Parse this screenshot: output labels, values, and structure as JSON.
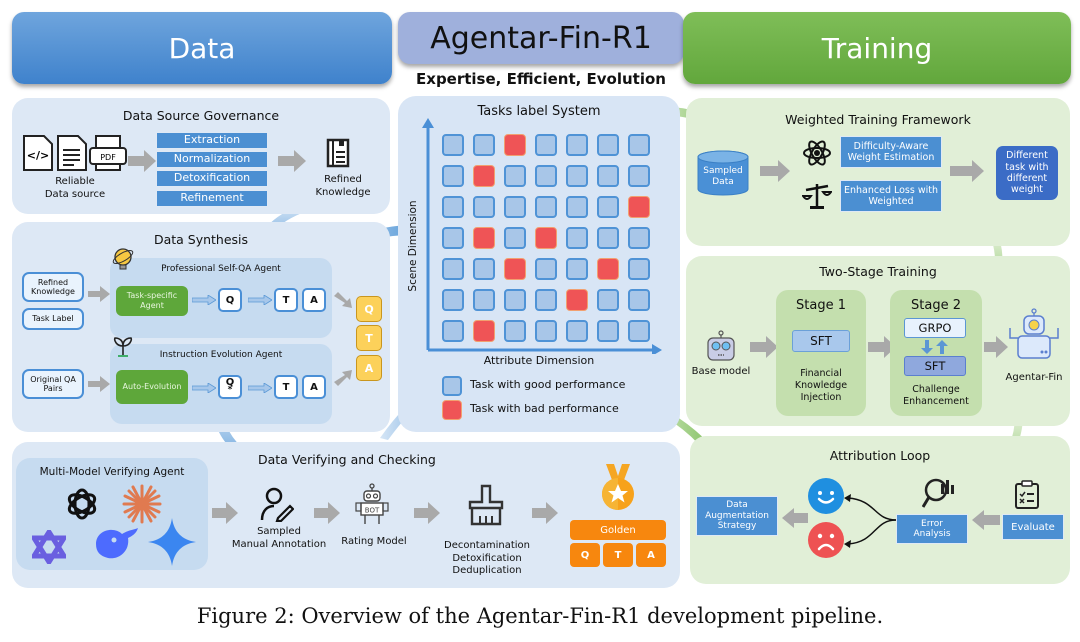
{
  "headers": {
    "data": "Data",
    "center": "Agentar-Fin-R1",
    "training": "Training",
    "subtitle": "Expertise, Efficient, Evolution"
  },
  "data_source_governance": {
    "title": "Data Source Governance",
    "source_label": [
      "Reliable",
      "Data source"
    ],
    "steps": [
      "Extraction",
      "Normalization",
      "Detoxification",
      "Refinement"
    ],
    "output_label": [
      "Refined",
      "Knowledge"
    ],
    "icons": [
      "code-file-icon",
      "wiki-document-icon",
      "pdf-printer-icon",
      "notebook-icon"
    ]
  },
  "data_synthesis": {
    "title": "Data Synthesis",
    "inputs": [
      "Refined Knowledge",
      "Task Label",
      "Original QA Pairs"
    ],
    "self_qa": {
      "title": "Professional Self-QA Agent",
      "agent": "Task-specific Agent",
      "q": "Q",
      "t": "T",
      "a": "A"
    },
    "evolution": {
      "title": "Instruction Evolution Agent",
      "agent": "Auto-Evolution",
      "q": "Q",
      "q_mark": "*",
      "t": "T",
      "a": "A"
    },
    "outputs": [
      "Q",
      "T",
      "A"
    ]
  },
  "tasks_label_system": {
    "title": "Tasks label System",
    "y_axis": "Scene Dimension",
    "x_axis": "Attribute Dimension",
    "legend": [
      {
        "label": "Task with good performance",
        "status": "good",
        "color": "#a8c6e8"
      },
      {
        "label": "Task with bad performance",
        "status": "bad",
        "color": "#ef5456"
      }
    ],
    "grid": [
      [
        "good",
        "good",
        "bad",
        "good",
        "good",
        "good",
        "good"
      ],
      [
        "good",
        "bad",
        "good",
        "good",
        "good",
        "good",
        "good"
      ],
      [
        "good",
        "good",
        "good",
        "good",
        "good",
        "good",
        "bad"
      ],
      [
        "good",
        "bad",
        "good",
        "bad",
        "good",
        "good",
        "good"
      ],
      [
        "good",
        "good",
        "bad",
        "good",
        "good",
        "bad",
        "good"
      ],
      [
        "good",
        "good",
        "good",
        "good",
        "bad",
        "good",
        "good"
      ],
      [
        "good",
        "bad",
        "good",
        "good",
        "good",
        "good",
        "good"
      ]
    ]
  },
  "data_verifying": {
    "title": "Data Verifying and Checking",
    "agent_title": "Multi-Model Verifying Agent",
    "model_icons": [
      "openai-logo-icon",
      "claude-logo-icon",
      "qwen-logo-icon",
      "deepseek-logo-icon",
      "gemini-logo-icon"
    ],
    "steps": [
      {
        "label": [
          "Sampled",
          "Manual Annotation"
        ],
        "icon": "user-edit-icon"
      },
      {
        "label": [
          "Rating Model"
        ],
        "icon": "robot-bot-icon",
        "bot_text": "BOT"
      },
      {
        "label": [
          "Decontamination",
          "Detoxification",
          "Deduplication"
        ],
        "icon": "broom-icon"
      }
    ],
    "golden": {
      "label": "Golden",
      "items": [
        "Q",
        "T",
        "A"
      ]
    }
  },
  "weighted_training": {
    "title": "Weighted Training Framework",
    "source": "Sampled Data",
    "items": [
      "Difficulty-Aware Weight Estimation",
      "Enhanced Loss with Weighted"
    ],
    "output": "Different task with different weight"
  },
  "two_stage_training": {
    "title": "Two-Stage Training",
    "base": "Base model",
    "stage1": {
      "title": "Stage 1",
      "method": "SFT",
      "desc": [
        "Financial",
        "Knowledge",
        "Injection"
      ]
    },
    "stage2": {
      "title": "Stage 2",
      "method_top": "GRPO",
      "method_bottom": "SFT",
      "desc": [
        "Challenge",
        "Enhancement"
      ]
    },
    "output": "Agentar-Fin"
  },
  "attribution_loop": {
    "title": "Attribution Loop",
    "strategy": [
      "Data",
      "Augmentation",
      "Strategy"
    ],
    "analysis": [
      "Error",
      "Analysis"
    ],
    "evaluate": "Evaluate"
  },
  "colors": {
    "data_blue": "#4a8ad0",
    "training_green": "#6aad44",
    "center_purple": "#9fb0dc",
    "good": "#a8c6e8",
    "bad": "#ef5456",
    "golden": "#f7870e",
    "yellow": "#fcd15a"
  },
  "caption": "Figure 2: Overview of the Agentar-Fin-R1 development pipeline."
}
